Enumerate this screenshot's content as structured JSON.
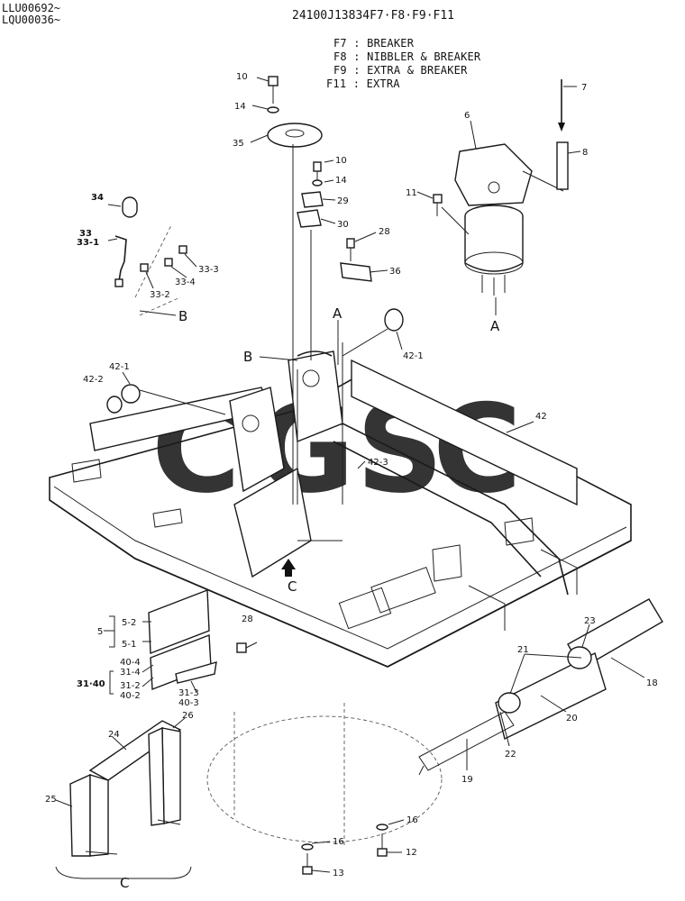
{
  "header": {
    "serial_1": "LLU00692~",
    "serial_2": "LQU00036~",
    "group_code": "24100J13834F7·F8·F9·F11"
  },
  "legend": [
    {
      "code": "F7",
      "text": "BREAKER"
    },
    {
      "code": "F8",
      "text": "NIBBLER & BREAKER"
    },
    {
      "code": "F9",
      "text": "EXTRA & BREAKER"
    },
    {
      "code": "F11",
      "text": "EXTRA"
    }
  ],
  "callouts": {
    "c10": "10",
    "c14": "14",
    "c35": "35",
    "c10b": "10",
    "c14b": "14",
    "c29": "29",
    "c30": "30",
    "c28": "28",
    "c36": "36",
    "c6": "6",
    "c7": "7",
    "c8": "8",
    "c11": "11",
    "cA": "A",
    "cA2": "A",
    "c34": "34",
    "c33": "33",
    "c33_1": "33-1",
    "c33_2": "33-2",
    "c33_3": "33-3",
    "c33_4": "33-4",
    "cB": "B",
    "cB2": "B",
    "c42_1": "42-1",
    "c42_1b": "42-1",
    "c42_2": "42-2",
    "c42": "42",
    "c42_3": "42-3",
    "cC": "C",
    "cC2": "C",
    "c5": "5",
    "c5_2": "5-2",
    "c5_1": "5-1",
    "c28b": "28",
    "c40_4": "40-4",
    "c31_4": "31-4",
    "c31_40": "31·40",
    "c31_2": "31-2",
    "c40_2": "40-2",
    "c31_3": "31-3",
    "c40_3": "40-3",
    "c24": "24",
    "c26": "26",
    "c25": "25",
    "c23": "23",
    "c21": "21",
    "c18": "18",
    "c20": "20",
    "c22": "22",
    "c19": "19",
    "c16": "16",
    "c16b": "16",
    "c12": "12",
    "c13": "13"
  },
  "watermark": {
    "letters": [
      "C",
      "G",
      "S",
      "C"
    ],
    "colors": [
      "#4f8ef0",
      "#ee6a5f",
      "#f7cf45",
      "#43b47c"
    ]
  }
}
